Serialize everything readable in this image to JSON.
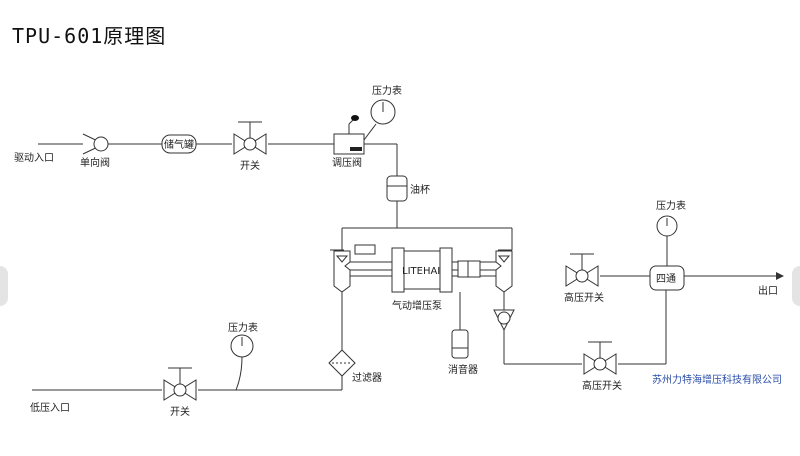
{
  "title": "TPU-601原理图",
  "labels": {
    "drive_inlet": "驱动入口",
    "check_valve": "单向阀",
    "air_tank": "储气罐",
    "switch_top": "开关",
    "regulator": "调压阀",
    "gauge_top": "压力表",
    "oil_cup": "油杯",
    "pump": "气动增压泵",
    "pump_brand": "LITEHAI",
    "silencer": "消音器",
    "filter": "过滤器",
    "gauge_low": "压力表",
    "low_inlet": "低压入口",
    "switch_low": "开关",
    "hp_switch_upper": "高压开关",
    "four_way": "四通",
    "gauge_right": "压力表",
    "outlet": "出口",
    "hp_switch_lower": "高压开关",
    "company": "苏州力特海增压科技有限公司"
  },
  "colors": {
    "line": "#333333",
    "company_text": "#2b4fa8",
    "background": "#ffffff"
  }
}
